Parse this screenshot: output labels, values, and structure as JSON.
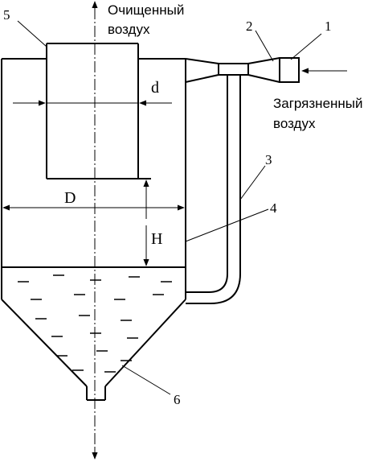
{
  "labels": {
    "cleaned_air_line1": "Очищенный",
    "cleaned_air_line2": "воздух",
    "dirty_air_line1": "Загрязненный",
    "dirty_air_line2": "воздух",
    "dim_d": "d",
    "dim_D": "D",
    "dim_H": "H",
    "callout_1": "1",
    "callout_2": "2",
    "callout_3": "3",
    "callout_4": "4",
    "callout_5": "5",
    "callout_6": "6"
  }
}
